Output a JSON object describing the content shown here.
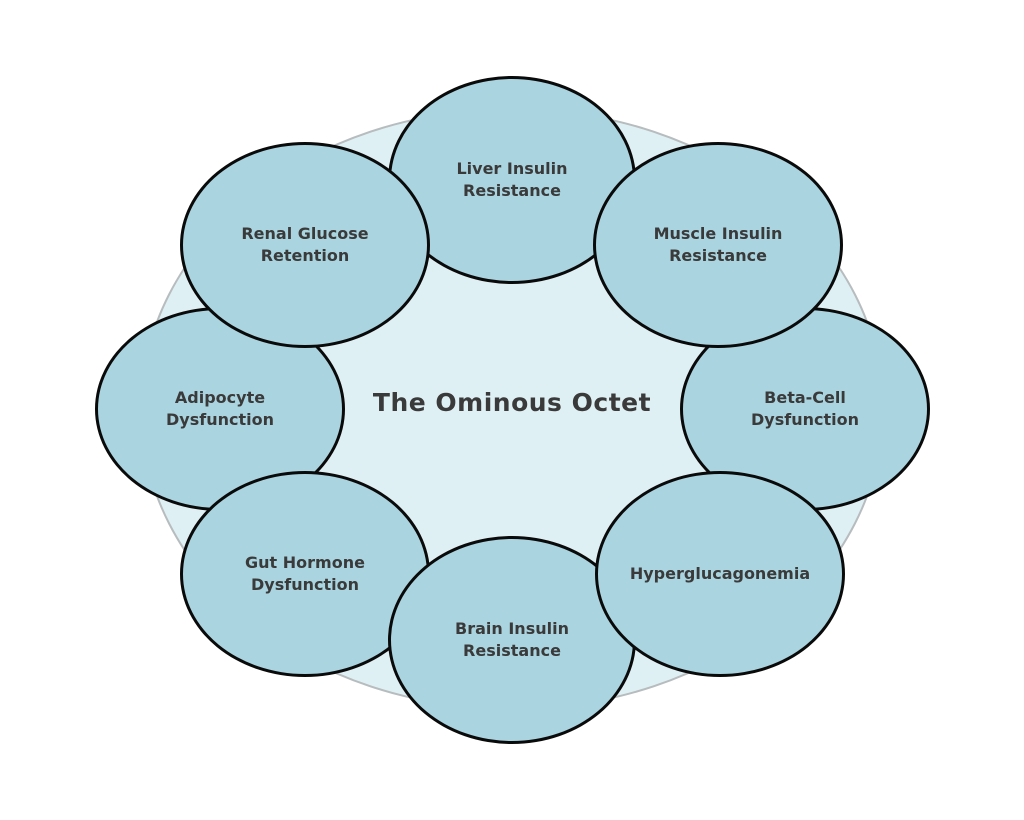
{
  "diagram": {
    "title": "The Ominous Octet",
    "type": "circular-concept-diagram",
    "colors": {
      "node_fill": "#a9d4e0",
      "node_border": "#0a0a0a",
      "center_fill": "#dff0f5",
      "center_border": "#b7bcbe",
      "text": "#3a3a3a",
      "background": "#ffffff"
    },
    "nodes": [
      {
        "id": "liver-insulin-resistance",
        "label": "Liver Insulin\nResistance",
        "position": "top"
      },
      {
        "id": "muscle-insulin-resistance",
        "label": "Muscle Insulin\nResistance",
        "position": "top-right"
      },
      {
        "id": "beta-cell-dysfunction",
        "label": "Beta-Cell\nDysfunction",
        "position": "right"
      },
      {
        "id": "hyperglucagonemia",
        "label": "Hyperglucagonemia",
        "position": "bottom-right"
      },
      {
        "id": "brain-insulin-resistance",
        "label": "Brain Insulin\nResistance",
        "position": "bottom"
      },
      {
        "id": "gut-hormone-dysfunction",
        "label": "Gut Hormone\nDysfunction",
        "position": "bottom-left"
      },
      {
        "id": "adipocyte-dysfunction",
        "label": "Adipocyte\nDysfunction",
        "position": "left"
      },
      {
        "id": "renal-glucose-retention",
        "label": "Renal Glucose\nRetention",
        "position": "top-left"
      }
    ]
  }
}
